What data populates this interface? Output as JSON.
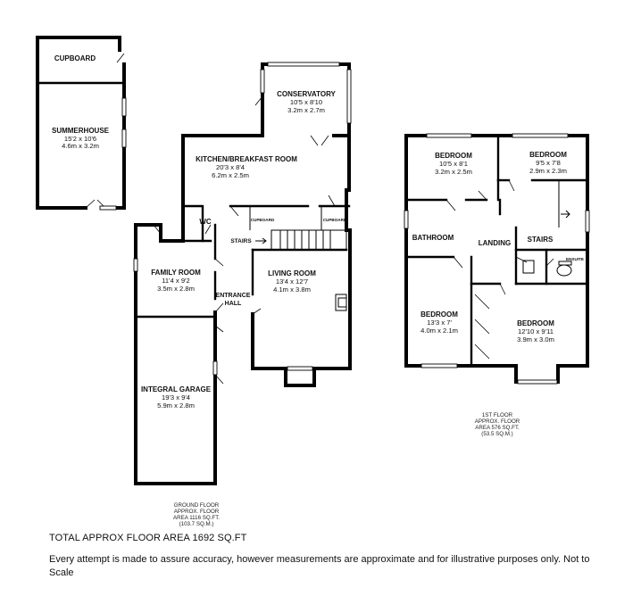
{
  "summerhouse": {
    "cupboard": "CUPBOARD",
    "name": "SUMMERHOUSE",
    "dim_imperial": "15'2 x 10'6",
    "dim_metric": "4.6m x 3.2m"
  },
  "ground_floor": {
    "conservatory": {
      "name": "CONSERVATORY",
      "dim_imperial": "10'5 x 8'10",
      "dim_metric": "3.2m x 2.7m"
    },
    "kitchen": {
      "name": "KITCHEN/BREAKFAST ROOM",
      "dim_imperial": "20'3 x 8'4",
      "dim_metric": "6.2m x 2.5m"
    },
    "wc": "WC",
    "cupboard_left": "CUPBOARD",
    "cupboard_right": "CUPBOARD",
    "stairs": "STAIRS",
    "family_room": {
      "name": "FAMILY ROOM",
      "dim_imperial": "11'4 x 9'2",
      "dim_metric": "3.5m x 2.8m"
    },
    "entrance_hall_line1": "ENTRANCE",
    "entrance_hall_line2": "HALL",
    "living_room": {
      "name": "LIVING ROOM",
      "dim_imperial": "13'4 x 12'7",
      "dim_metric": "4.1m x 3.8m"
    },
    "garage": {
      "name": "INTEGRAL GARAGE",
      "dim_imperial": "19'3 x 9'4",
      "dim_metric": "5.9m x 2.8m"
    },
    "caption": [
      "GROUND FLOOR",
      "APPROX. FLOOR",
      "AREA 1116 SQ.FT.",
      "(103.7 SQ.M.)"
    ]
  },
  "first_floor": {
    "bedroom_top_left": {
      "name": "BEDROOM",
      "dim_imperial": "10'5 x 8'1",
      "dim_metric": "3.2m x 2.5m"
    },
    "bedroom_top_right": {
      "name": "BEDROOM",
      "dim_imperial": "9'5 x 7'8",
      "dim_metric": "2.9m x 2.3m"
    },
    "bathroom": "BATHROOM",
    "landing": "LANDING",
    "stairs": "STAIRS",
    "ensuite": "ENSUITE",
    "bedroom_bottom_left": {
      "name": "BEDROOM",
      "dim_imperial": "13'3 x 7'",
      "dim_metric": "4.0m x 2.1m"
    },
    "bedroom_bottom_right": {
      "name": "BEDROOM",
      "dim_imperial": "12'10 x 9'11",
      "dim_metric": "3.9m x 3.0m"
    },
    "caption": [
      "1ST FLOOR",
      "APPROX. FLOOR",
      "AREA 576 SQ.FT.",
      "(53.5 SQ.M.)"
    ]
  },
  "footer": {
    "total": "TOTAL APPROX FLOOR AREA 1692 SQ.FT",
    "note": "Every attempt is made to assure accuracy, however measurements are approximate and for illustrative purposes only. Not to Scale"
  }
}
